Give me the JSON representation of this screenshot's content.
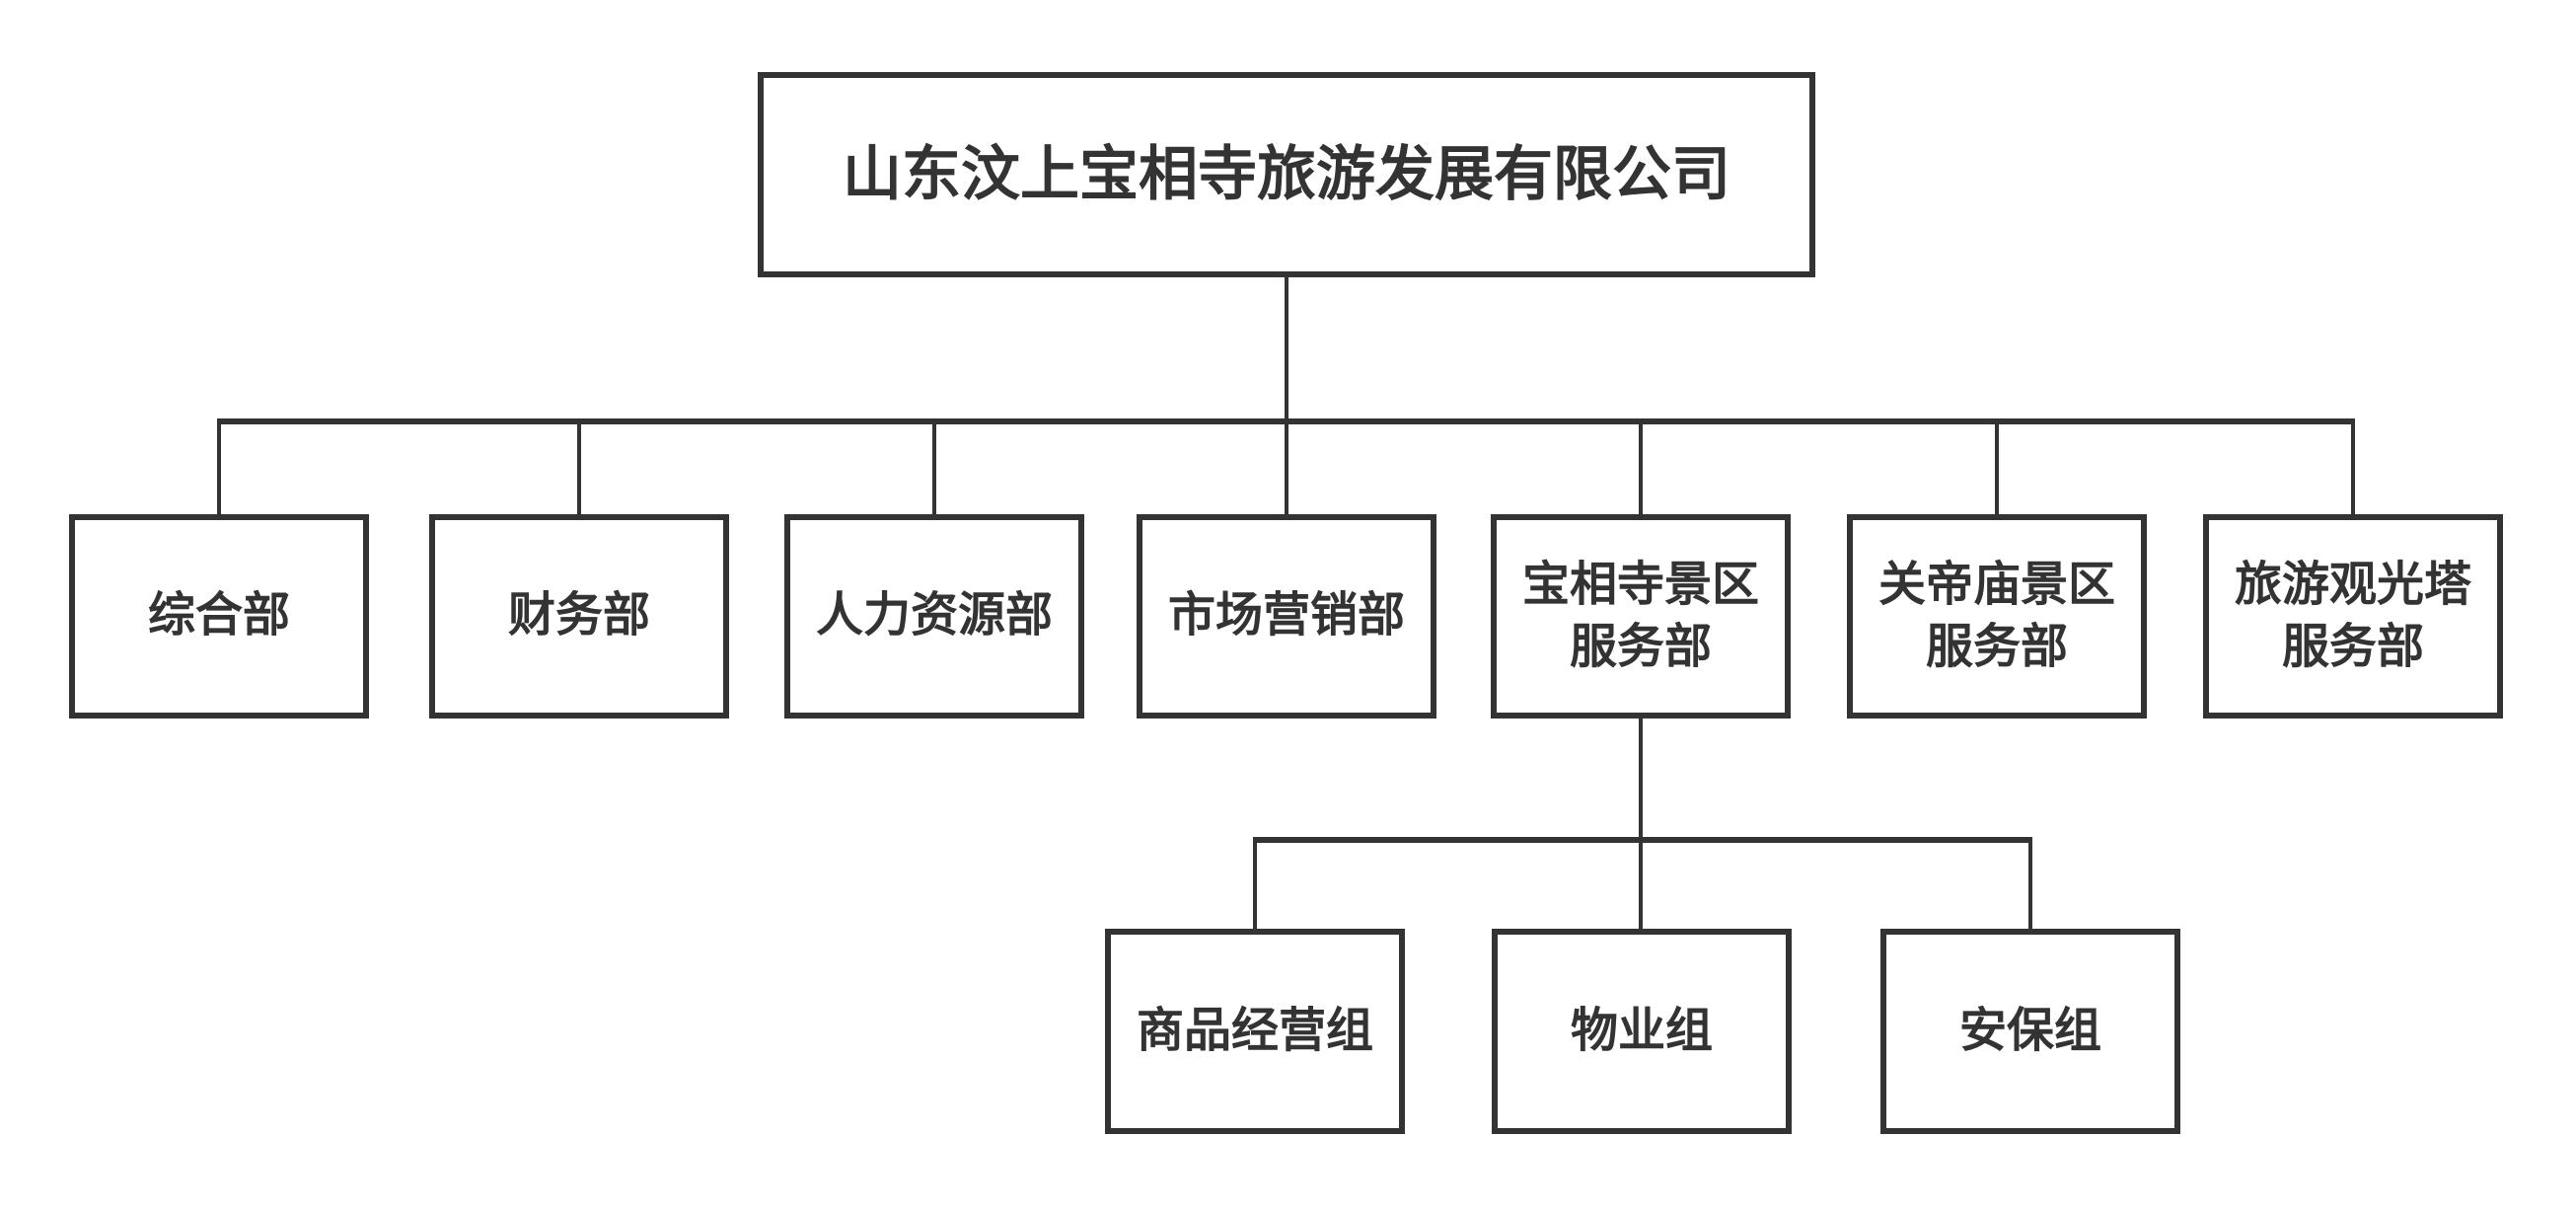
{
  "diagram": {
    "type": "org-chart",
    "colors": {
      "line": "#333333",
      "text": "#333333",
      "background": "#ffffff"
    },
    "root": {
      "label": "山东汶上宝相寺旅游发展有限公司"
    },
    "departments": [
      {
        "label": "综合部"
      },
      {
        "label": "财务部"
      },
      {
        "label": "人力资源部"
      },
      {
        "label": "市场营销部"
      },
      {
        "label": "宝相寺景区\n服务部"
      },
      {
        "label": "关帝庙景区\n服务部"
      },
      {
        "label": "旅游观光塔\n服务部"
      }
    ],
    "baoxiangsi_groups": [
      {
        "label": "商品经营组"
      },
      {
        "label": "物业组"
      },
      {
        "label": "安保组"
      }
    ]
  }
}
